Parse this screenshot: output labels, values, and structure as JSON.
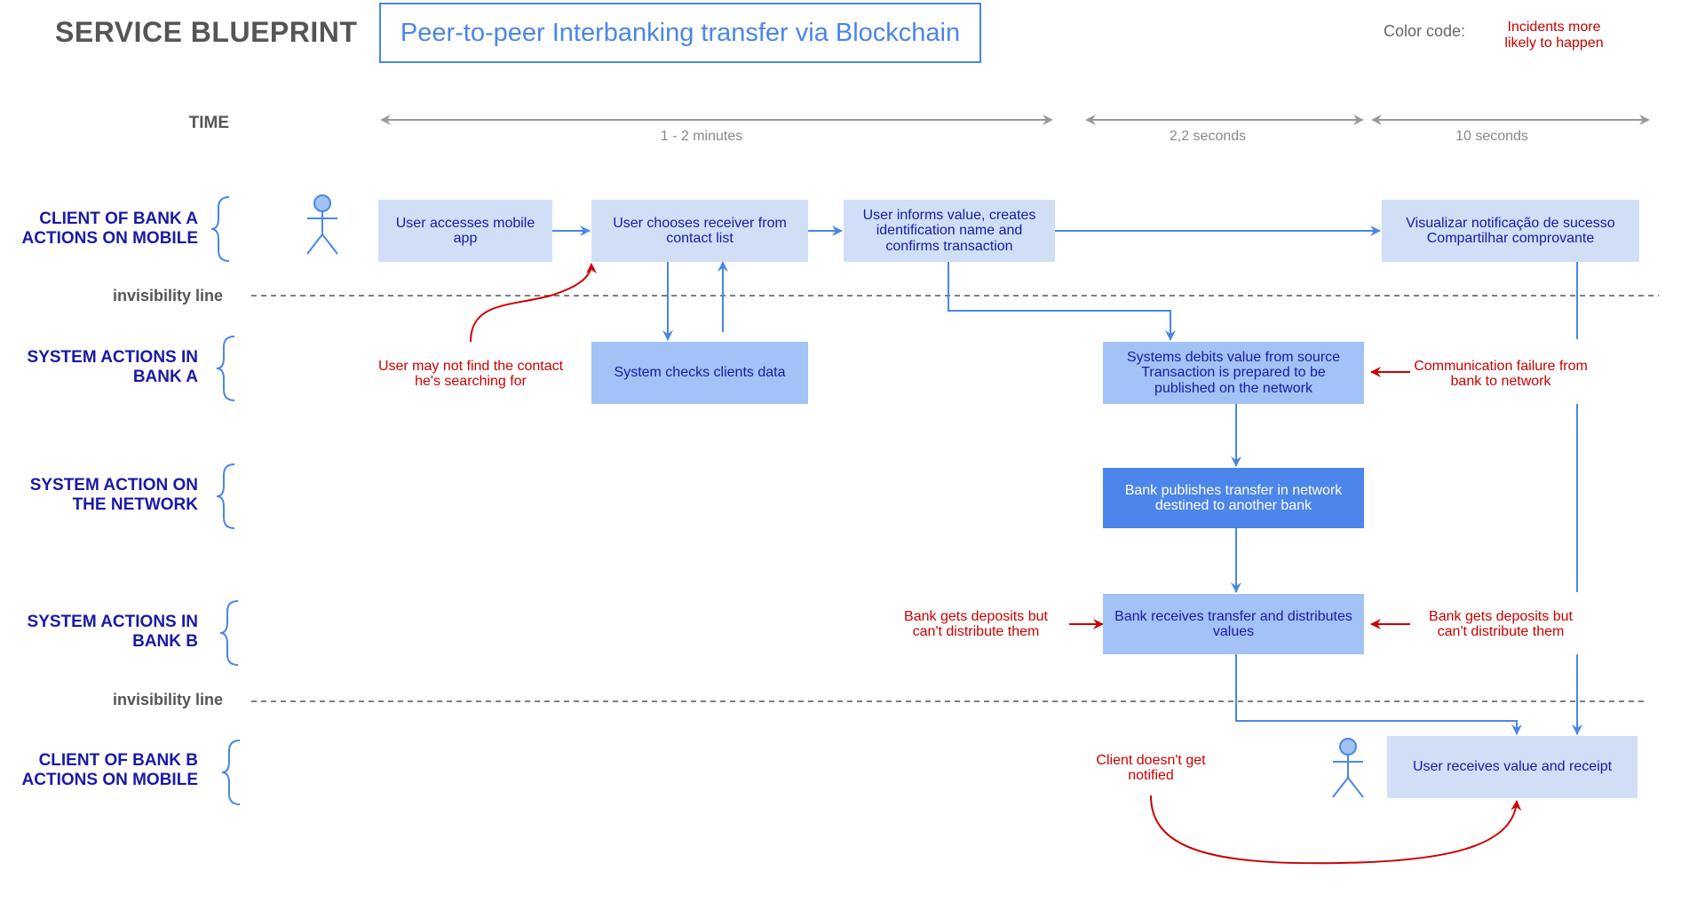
{
  "header": {
    "title": "SERVICE BLUEPRINT",
    "subtitle": "Peer-to-peer Interbanking transfer via Blockchain",
    "color_code_label": "Color code:",
    "incidents_legend": "Incidents more likely to happen"
  },
  "time": {
    "label": "TIME",
    "segments": [
      "1 - 2 minutes",
      "2,2 seconds",
      "10 seconds"
    ]
  },
  "lanes": {
    "client_a": "CLIENT OF BANK A ACTIONS ON MOBILE",
    "system_a": "SYSTEM ACTIONS IN BANK A",
    "network": "SYSTEM ACTION ON THE NETWORK",
    "system_b": "SYSTEM ACTIONS IN BANK B",
    "client_b": "CLIENT OF BANK B ACTIONS ON MOBILE"
  },
  "invisibility_line": "invisibility line",
  "steps": {
    "access_app": "User accesses mobile app",
    "choose_receiver": "User chooses receiver from contact list",
    "inform_value": "User informs value, creates identification name and confirms transaction",
    "notification": "Visualizar notificação de sucesso Compartilhar comprovante",
    "check_data": "System checks clients data",
    "debit_value": "Systems debits value from source Transaction is prepared to be published on the network",
    "publish_transfer": "Bank publishes transfer in network destined to another bank",
    "receive_transfer": "Bank receives transfer and distributes values",
    "receive_receipt": "User receives value and receipt"
  },
  "incidents": {
    "contact_not_found": "User may not find the contact he's searching for",
    "comm_failure": "Communication failure from bank to network",
    "deposits_left": "Bank gets deposits but can't distribute them",
    "deposits_right": "Bank gets deposits but can't distribute them",
    "not_notified": "Client doesn't get notified"
  },
  "colors": {
    "accent": "#4a86e8",
    "incident": "#cc0000",
    "lane_label": "#1a1aa6",
    "box_light": "#d0dff6",
    "box_medium": "#a3c2f5",
    "box_dark": "#4d86ea"
  },
  "icons": {
    "actor": "stick-figure-icon"
  }
}
